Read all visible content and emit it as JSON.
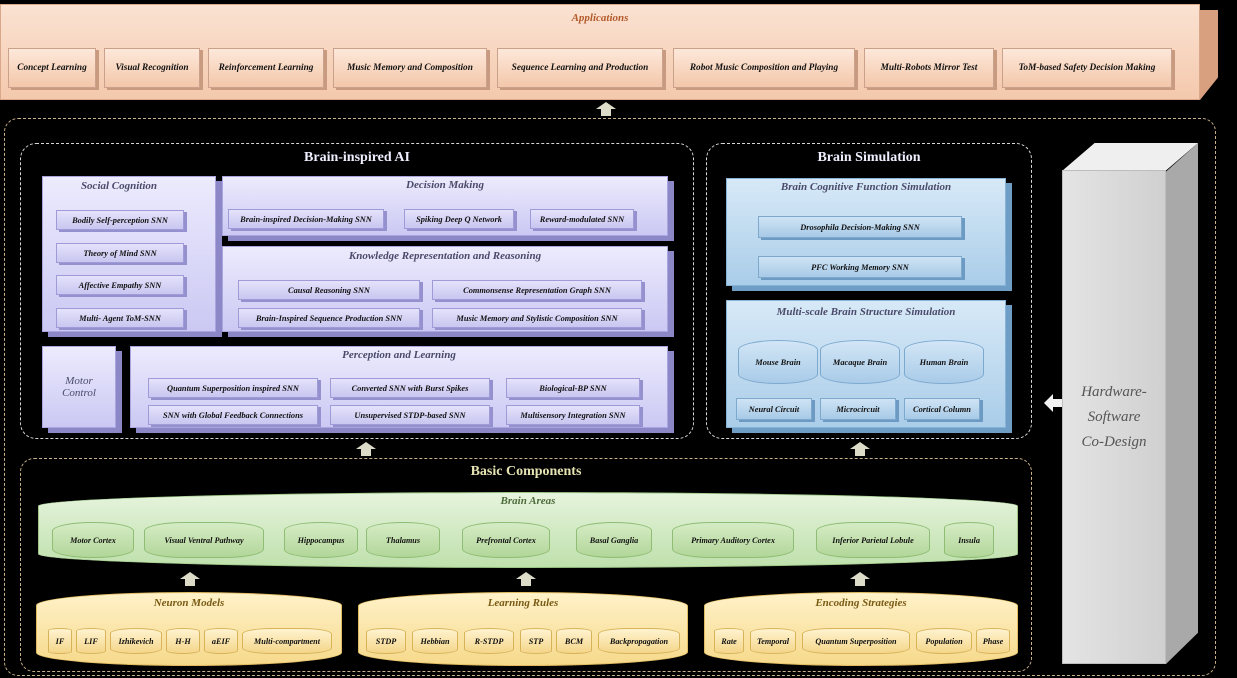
{
  "applications": {
    "title": "Applications",
    "items": [
      "Concept Learning",
      "Visual Recognition",
      "Reinforcement Learning",
      "Music Memory and Composition",
      "Sequence Learning and Production",
      "Robot Music Composition and Playing",
      "Multi-Robots Mirror Test",
      "ToM-based Safety Decision Making"
    ]
  },
  "brain_ai": {
    "title": "Brain-inspired AI",
    "social": {
      "title": "Social Cognition",
      "items": [
        "Bodily Self-perception SNN",
        "Theory of Mind SNN",
        "Affective Empathy SNN",
        "Multi- Agent ToM-SNN"
      ]
    },
    "decision": {
      "title": "Decision Making",
      "items": [
        "Brain-inspired Decision-Making SNN",
        "Spiking Deep Q Network",
        "Reward-modulated SNN"
      ]
    },
    "knowledge": {
      "title": "Knowledge Representation and Reasoning",
      "items": [
        "Causal Reasoning SNN",
        "Commonsense Representation Graph SNN",
        "Brain-Inspired Sequence Production SNN",
        "Music Memory and Stylistic Composition SNN"
      ]
    },
    "motor": {
      "line1": "Motor",
      "line2": "Control"
    },
    "perception": {
      "title": "Perception and Learning",
      "items": [
        "Quantum Superposition inspired SNN",
        "Converted SNN with Burst Spikes",
        "Biological-BP SNN",
        "SNN with Global Feedback Connections",
        "Unsupervised STDP-based SNN",
        "Multisensory Integration SNN"
      ]
    }
  },
  "brain_sim": {
    "title": "Brain Simulation",
    "cognitive": {
      "title": "Brain Cognitive Function Simulation",
      "items": [
        "Drosophila Decision-Making SNN",
        "PFC Working Memory SNN"
      ]
    },
    "multiscale": {
      "title": "Multi-scale Brain Structure Simulation",
      "brains": [
        "Mouse Brain",
        "Macaque Brain",
        "Human Brain"
      ],
      "levels": [
        "Neural Circuit",
        "Microcircuit",
        "Cortical Column"
      ]
    }
  },
  "hardware": {
    "line1": "Hardware-",
    "line2": "Software",
    "line3": "Co-Design"
  },
  "basic": {
    "title": "Basic Components",
    "brain_areas": {
      "title": "Brain Areas",
      "items": [
        "Motor Cortex",
        "Visual Ventral Pathway",
        "Hippocampus",
        "Thalamus",
        "Prefrontal Cortex",
        "Basal Ganglia",
        "Primary Auditory Cortex",
        "Inferior Parietal Lobule",
        "Insula"
      ]
    },
    "neuron": {
      "title": "Neuron Models",
      "items": [
        "IF",
        "LIF",
        "Izhikevich",
        "H-H",
        "aEIF",
        "Multi-compartment"
      ]
    },
    "learning": {
      "title": "Learning Rules",
      "items": [
        "STDP",
        "Hebbian",
        "R-STDP",
        "STP",
        "BCM",
        "Backpropagation"
      ]
    },
    "encoding": {
      "title": "Encoding Strategies",
      "items": [
        "Rate",
        "Temporal",
        "Quantum Superposition",
        "Population",
        "Phase"
      ]
    }
  }
}
